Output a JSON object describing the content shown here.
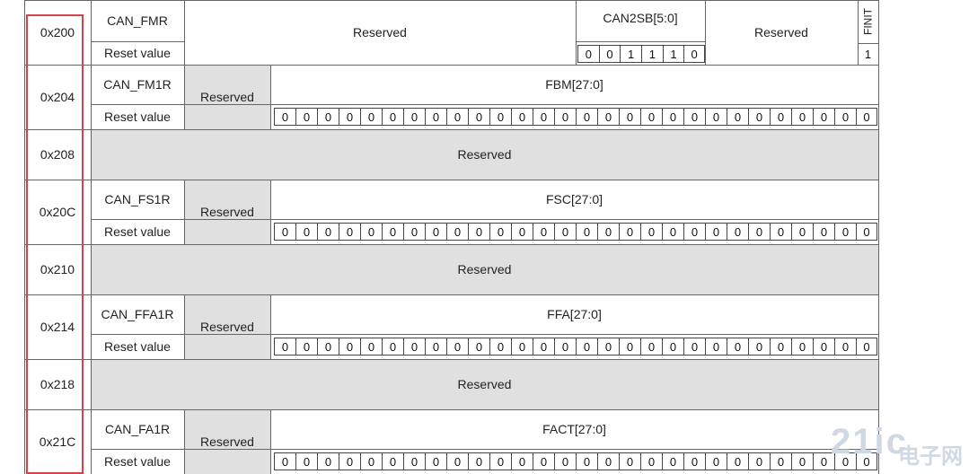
{
  "rows": [
    {
      "address": "0x200",
      "register": "CAN_FMR",
      "reset_label": "Reset value",
      "fields": {
        "reserved_left": "Reserved",
        "can2sb": "CAN2SB[5:0]",
        "can2sb_bits": [
          "0",
          "0",
          "1",
          "1",
          "1",
          "0"
        ],
        "reserved_right": "Reserved",
        "finit": "FINIT",
        "finit_bit": "1"
      }
    },
    {
      "address": "0x204",
      "register": "CAN_FM1R",
      "reset_label": "Reset value",
      "reserved": "Reserved",
      "field": "FBM[27:0]",
      "bits": [
        "0",
        "0",
        "0",
        "0",
        "0",
        "0",
        "0",
        "0",
        "0",
        "0",
        "0",
        "0",
        "0",
        "0",
        "0",
        "0",
        "0",
        "0",
        "0",
        "0",
        "0",
        "0",
        "0",
        "0",
        "0",
        "0",
        "0",
        "0"
      ]
    },
    {
      "address": "0x208",
      "reserved": "Reserved"
    },
    {
      "address": "0x20C",
      "register": "CAN_FS1R",
      "reset_label": "Reset value",
      "reserved": "Reserved",
      "field": "FSC[27:0]",
      "bits": [
        "0",
        "0",
        "0",
        "0",
        "0",
        "0",
        "0",
        "0",
        "0",
        "0",
        "0",
        "0",
        "0",
        "0",
        "0",
        "0",
        "0",
        "0",
        "0",
        "0",
        "0",
        "0",
        "0",
        "0",
        "0",
        "0",
        "0",
        "0"
      ]
    },
    {
      "address": "0x210",
      "reserved": "Reserved"
    },
    {
      "address": "0x214",
      "register": "CAN_FFA1R",
      "reset_label": "Reset value",
      "reserved": "Reserved",
      "field": "FFA[27:0]",
      "bits": [
        "0",
        "0",
        "0",
        "0",
        "0",
        "0",
        "0",
        "0",
        "0",
        "0",
        "0",
        "0",
        "0",
        "0",
        "0",
        "0",
        "0",
        "0",
        "0",
        "0",
        "0",
        "0",
        "0",
        "0",
        "0",
        "0",
        "0",
        "0"
      ]
    },
    {
      "address": "0x218",
      "reserved": "Reserved"
    },
    {
      "address": "0x21C",
      "register": "CAN_FA1R",
      "reset_label": "Reset value",
      "reserved": "Reserved",
      "field": "FACT[27:0]",
      "bits": [
        "0",
        "0",
        "0",
        "0",
        "0",
        "0",
        "0",
        "0",
        "0",
        "0",
        "0",
        "0",
        "0",
        "0",
        "0",
        "0",
        "0",
        "0",
        "0",
        "0",
        "0",
        "0",
        "0",
        "0",
        "0",
        "0",
        "0",
        "0"
      ]
    }
  ],
  "watermark": {
    "number": "21ic",
    "text": "电子网"
  },
  "colors": {
    "highlight_border": "#d9434b",
    "reserved_fill": "#e0e0e0",
    "grid": "#666666"
  }
}
